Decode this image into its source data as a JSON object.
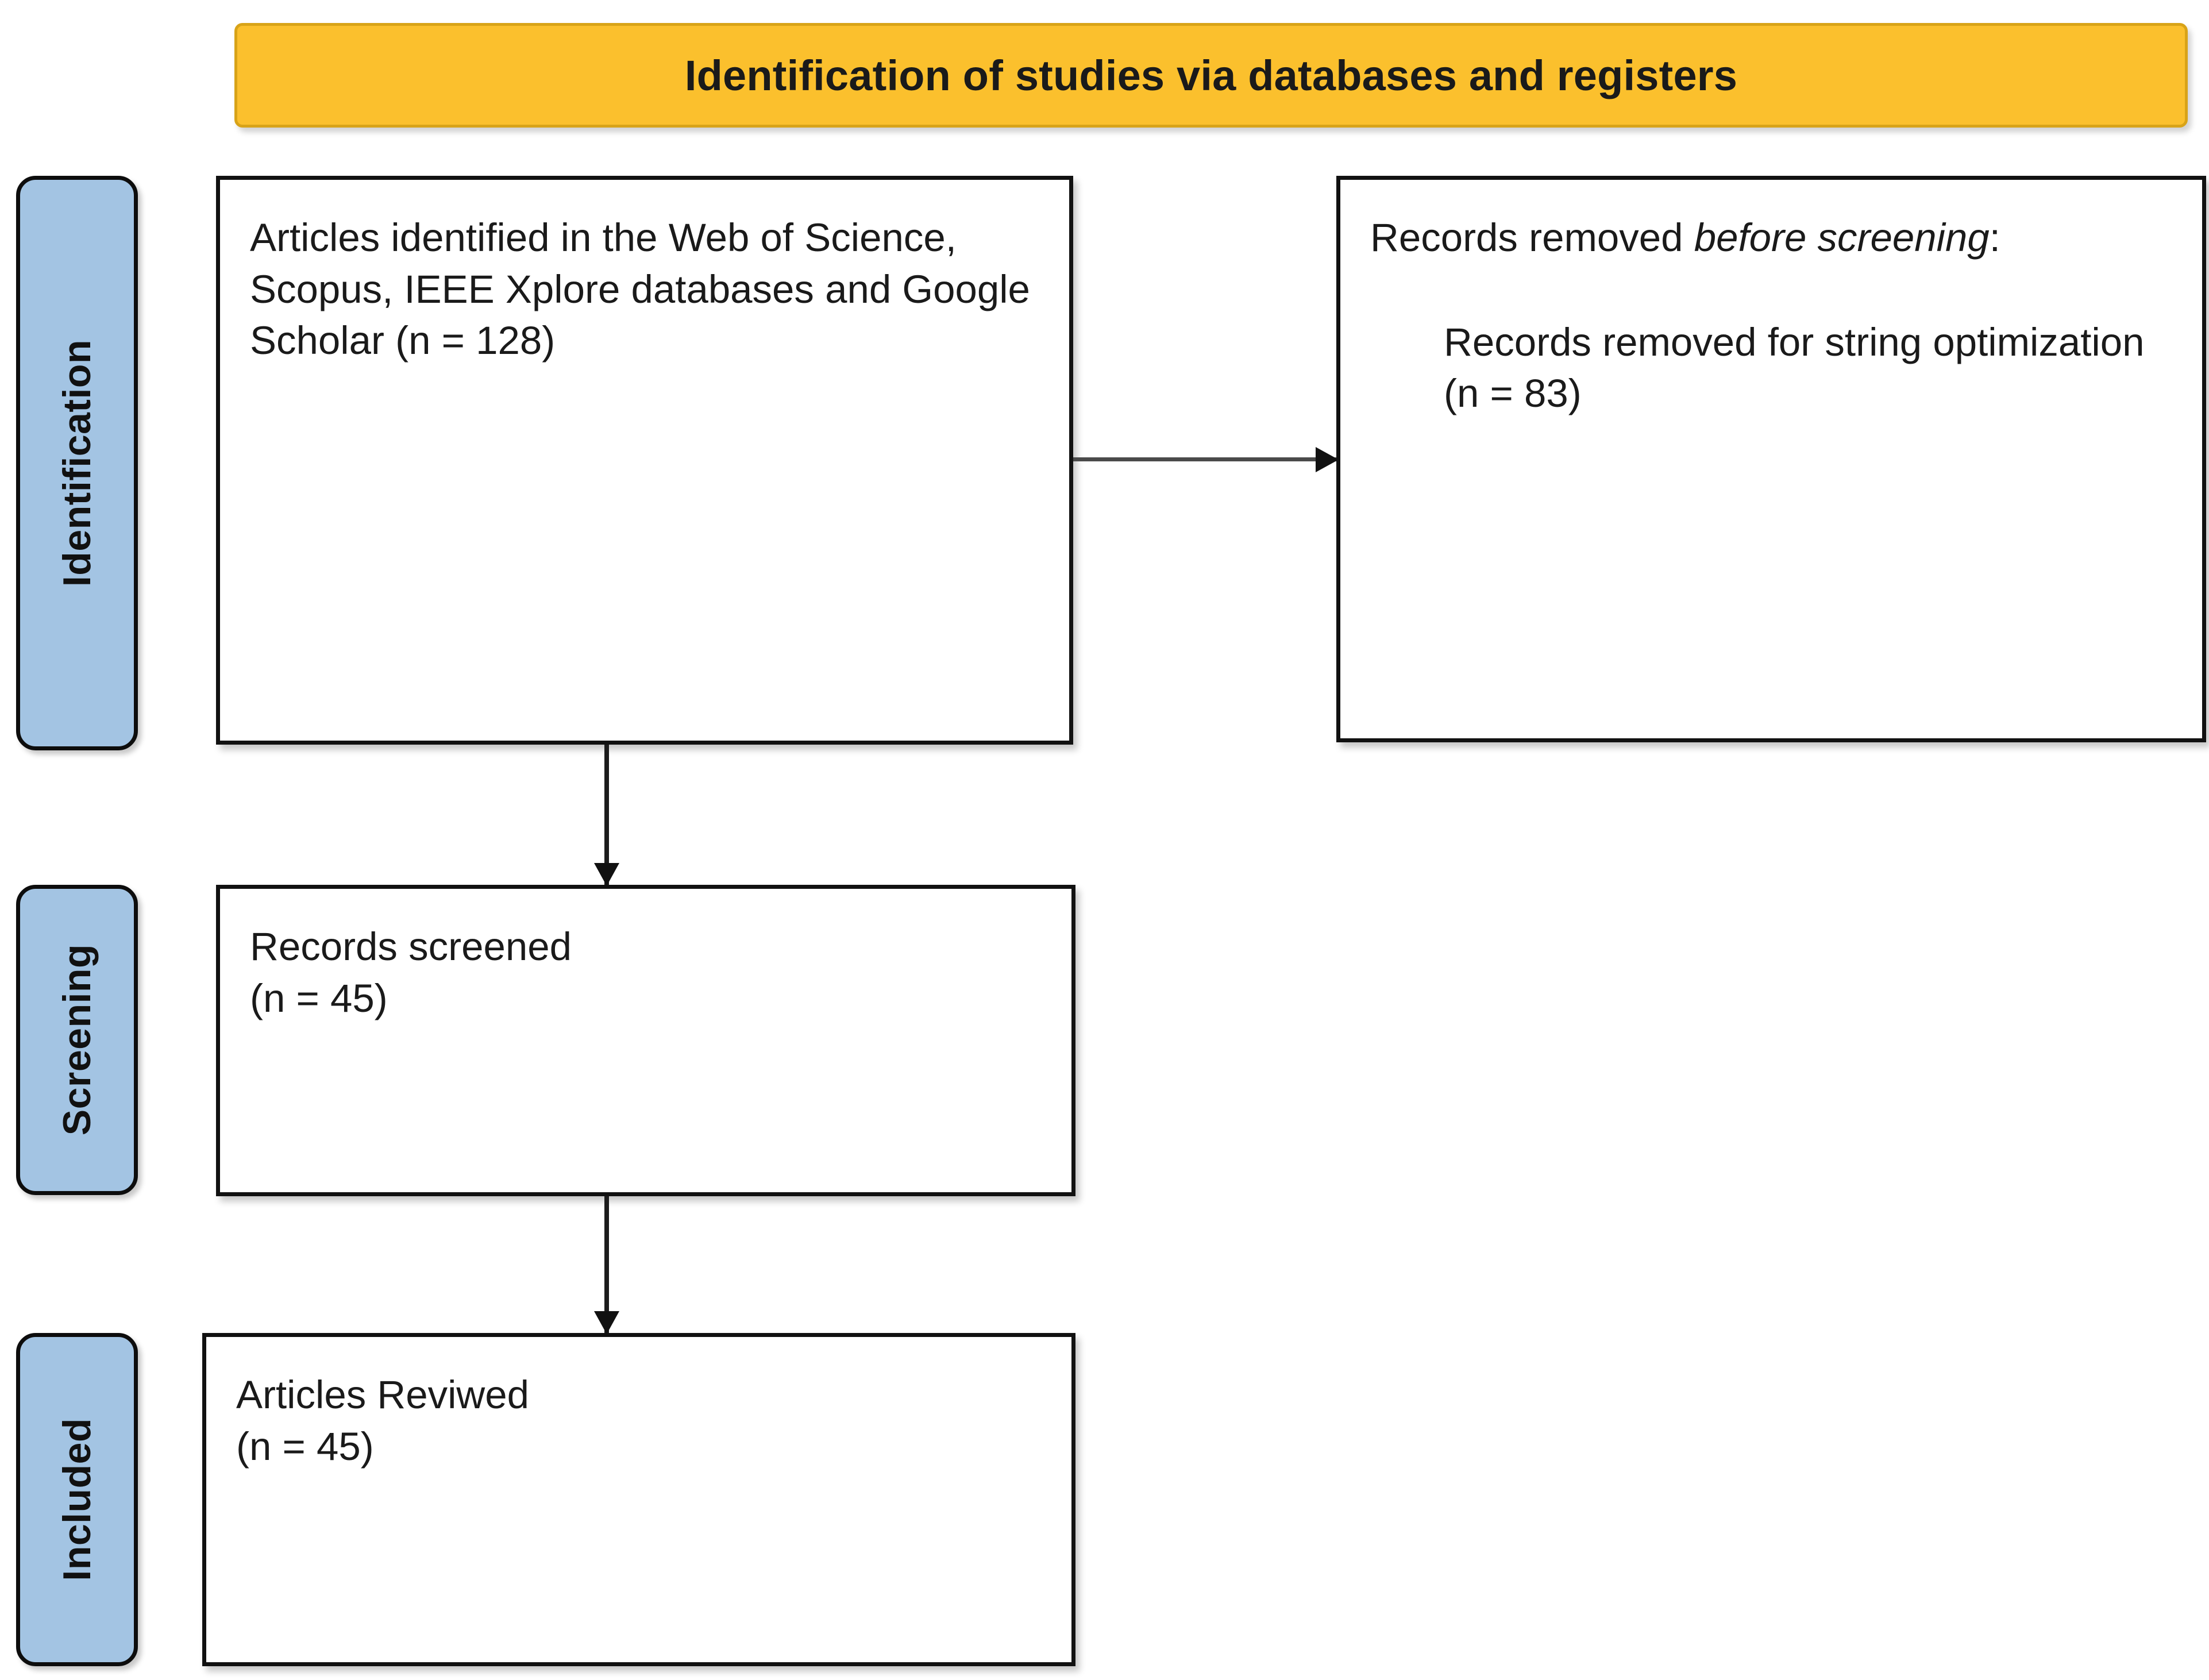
{
  "header": {
    "title": "Identification of studies via databases and registers",
    "background_color": "#FBC02D",
    "border_color": "#D8A318"
  },
  "stages": [
    {
      "id": "identification",
      "label": "Identification",
      "color": "#A3C4E3"
    },
    {
      "id": "screening",
      "label": "Screening",
      "color": "#A3C4E3"
    },
    {
      "id": "included",
      "label": "Included",
      "color": "#A3C4E3"
    }
  ],
  "boxes": {
    "identified": {
      "text": "Articles identified in the Web of Science, Scopus, IEEE Xplore databases and Google Scholar (n = 128)",
      "count_label": "(n = 128)",
      "count": 128
    },
    "removed": {
      "heading_lead": "Records removed ",
      "heading_italic": "before screening",
      "heading_tail": ":",
      "detail": "Records removed for string optimization  (n = 83)",
      "count_label": "(n = 83)",
      "count": 83
    },
    "screened": {
      "title": "Records screened",
      "count_label": "(n = 45)",
      "count": 45
    },
    "reviewed": {
      "title": "Articles Reviwed",
      "count_label": "(n = 45)",
      "count": 45
    }
  },
  "connectors": [
    {
      "id": "identified-to-removed",
      "direction": "right"
    },
    {
      "id": "identified-to-screened",
      "direction": "down"
    },
    {
      "id": "screened-to-reviewed",
      "direction": "down"
    }
  ]
}
